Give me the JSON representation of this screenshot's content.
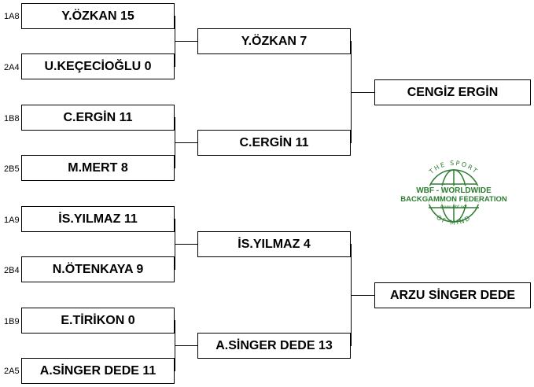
{
  "round1": [
    {
      "seed": "1A8",
      "name": "Y.ÖZKAN  15"
    },
    {
      "seed": "2A4",
      "name": "U.KEÇECİOĞLU  0"
    },
    {
      "seed": "1B8",
      "name": "C.ERGİN  11"
    },
    {
      "seed": "2B5",
      "name": "M.MERT  8"
    },
    {
      "seed": "1A9",
      "name": "İS.YILMAZ  11"
    },
    {
      "seed": "2B4",
      "name": "N.ÖTENKAYA  9"
    },
    {
      "seed": "1B9",
      "name": "E.TİRİKON  0"
    },
    {
      "seed": "2A5",
      "name": "A.SİNGER DEDE  11"
    }
  ],
  "round2": [
    {
      "name": "Y.ÖZKAN  7"
    },
    {
      "name": "C.ERGİN  11"
    },
    {
      "name": "İS.YILMAZ  4"
    },
    {
      "name": "A.SİNGER DEDE  13"
    }
  ],
  "round3": [
    {
      "name": "CENGİZ ERGİN"
    },
    {
      "name": "ARZU SİNGER DEDE"
    }
  ],
  "logo": {
    "top_text": "THE SPORT",
    "line1": "WBF - WORLDWIDE",
    "line2": "BACKGAMMON FEDERATION",
    "url": "www.wbf.net",
    "bottom_text": "OF MIND",
    "color": "#2e7d32"
  }
}
